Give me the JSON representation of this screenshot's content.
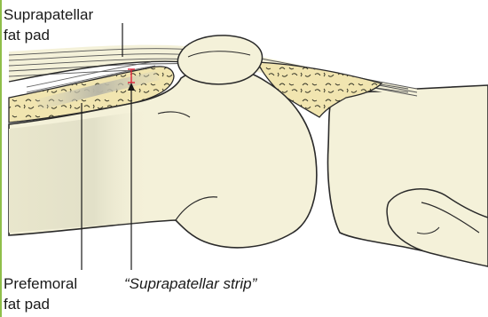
{
  "labels": {
    "suprapatellar_fat_pad_line1": "Suprapatellar",
    "suprapatellar_fat_pad_line2": "fat pad",
    "prefemoral_fat_pad_line1": "Prefemoral",
    "prefemoral_fat_pad_line2": "fat pad",
    "suprapatellar_strip": "“Suprapatellar strip”"
  },
  "colors": {
    "bone_fill": "#f4f1d9",
    "fat_fill": "#f1e5b0",
    "outline": "#2a2a2a",
    "strip_marker": "#e0223a",
    "frame": "#8fbf4a"
  }
}
